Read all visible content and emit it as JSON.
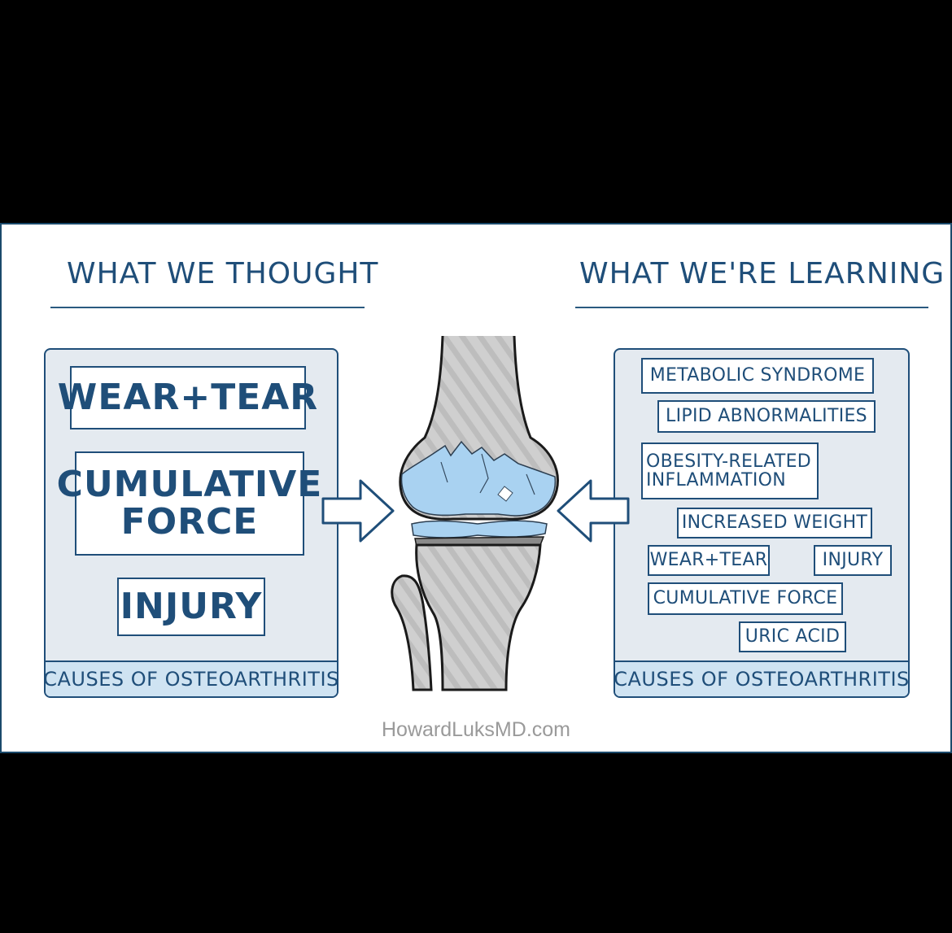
{
  "left": {
    "heading": "WHAT WE THOUGHT",
    "items": [
      "WEAR+TEAR",
      "CUMULATIVE FORCE",
      "INJURY"
    ],
    "footer": "CAUSES OF OSTEOARTHRITIS"
  },
  "right": {
    "heading": "WHAT WE'RE LEARNING",
    "items": [
      "METABOLIC SYNDROME",
      "LIPID ABNORMALITIES",
      "OBESITY-RELATED INFLAMMATION",
      "INCREASED WEIGHT",
      "WEAR+TEAR",
      "INJURY",
      "CUMULATIVE FORCE",
      "URIC ACID"
    ],
    "footer": "CAUSES OF OSTEOARTHRITIS"
  },
  "watermark": "HowardLuksMD.com",
  "colors": {
    "navy": "#1f4e79",
    "box_fill": "#e4eaf0",
    "footer_fill": "#cfe3f2",
    "cartilage": "#a9d2f1",
    "bone": "#c9c9c9"
  }
}
